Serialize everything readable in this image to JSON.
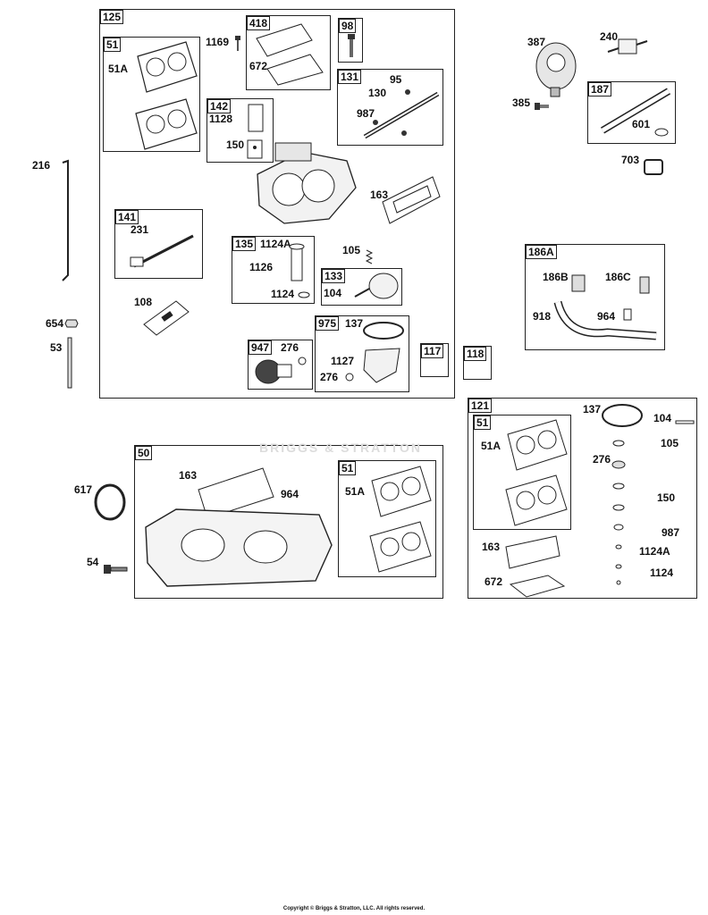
{
  "footer": "Copyright © Briggs & Stratton, LLC. All rights reserved.",
  "watermark": "BRIGGS & STRATTON",
  "callouts": {
    "c125": "125",
    "c51a_box": "51",
    "c51a": "51A",
    "c1169": "1169",
    "c418": "418",
    "c672": "672",
    "c98": "98",
    "c131": "131",
    "c95": "95",
    "c130": "130",
    "c987": "987",
    "c142": "142",
    "c1128": "1128",
    "c150": "150",
    "c216": "216",
    "c163": "163",
    "c141": "141",
    "c231": "231",
    "c135": "135",
    "c1124a": "1124A",
    "c1126": "1126",
    "c1124": "1124",
    "c105": "105",
    "c133": "133",
    "c104": "104",
    "c108": "108",
    "c975": "975",
    "c137": "137",
    "c654": "654",
    "c53": "53",
    "c947": "947",
    "c276": "276",
    "c1127": "1127",
    "c276b": "276",
    "c117": "117",
    "c118": "118",
    "c387": "387",
    "c240": "240",
    "c385": "385",
    "c187": "187",
    "c601": "601",
    "c703": "703",
    "c186a": "186A",
    "c186b": "186B",
    "c186c": "186C",
    "c918": "918",
    "c964": "964",
    "c121": "121",
    "c137r": "137",
    "c104r": "104",
    "c51r_box": "51",
    "c51ar": "51A",
    "c105r": "105",
    "c276r": "276",
    "c150r": "150",
    "c987r": "987",
    "c163r": "163",
    "c1124ar": "1124A",
    "c1124r": "1124",
    "c672r": "672",
    "c50": "50",
    "c163b": "163",
    "c964b": "964",
    "c51b_box": "51",
    "c51ab": "51A",
    "c617": "617",
    "c54": "54"
  }
}
